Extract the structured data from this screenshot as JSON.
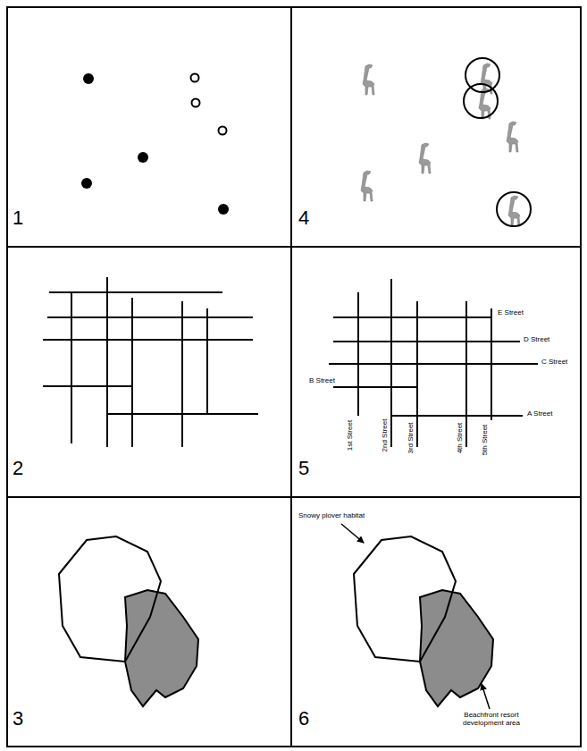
{
  "diagram": {
    "labels": [
      "1",
      "4",
      "2",
      "E Street",
      "D Street",
      "C Street",
      "B Street",
      "A Street",
      "1st Street",
      "2nd Street",
      "3rd Street",
      "4th Street",
      "5th Street",
      "5",
      "3",
      "Snowy plover habitat",
      "Beachfront resort development area",
      "6"
    ]
  }
}
